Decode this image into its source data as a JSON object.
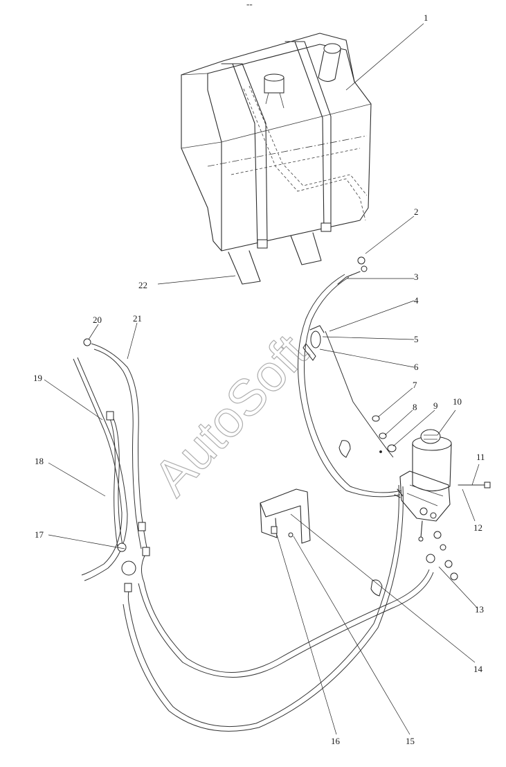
{
  "diagram": {
    "header_text": "--",
    "watermark": "AutoSoft",
    "callouts": [
      {
        "id": "c1",
        "label": "1"
      },
      {
        "id": "c2",
        "label": "2"
      },
      {
        "id": "c3",
        "label": "3"
      },
      {
        "id": "c4",
        "label": "4"
      },
      {
        "id": "c5",
        "label": "5"
      },
      {
        "id": "c6",
        "label": "6"
      },
      {
        "id": "c7",
        "label": "7"
      },
      {
        "id": "c8",
        "label": "8"
      },
      {
        "id": "c9",
        "label": "9"
      },
      {
        "id": "c10",
        "label": "10"
      },
      {
        "id": "c11",
        "label": "11"
      },
      {
        "id": "c12",
        "label": "12"
      },
      {
        "id": "c13",
        "label": "13"
      },
      {
        "id": "c14",
        "label": "14"
      },
      {
        "id": "c15",
        "label": "15"
      },
      {
        "id": "c16",
        "label": "16"
      },
      {
        "id": "c17",
        "label": "17"
      },
      {
        "id": "c18",
        "label": "18"
      },
      {
        "id": "c19",
        "label": "19"
      },
      {
        "id": "c20",
        "label": "20"
      },
      {
        "id": "c21",
        "label": "21"
      },
      {
        "id": "c22",
        "label": "22"
      }
    ]
  }
}
